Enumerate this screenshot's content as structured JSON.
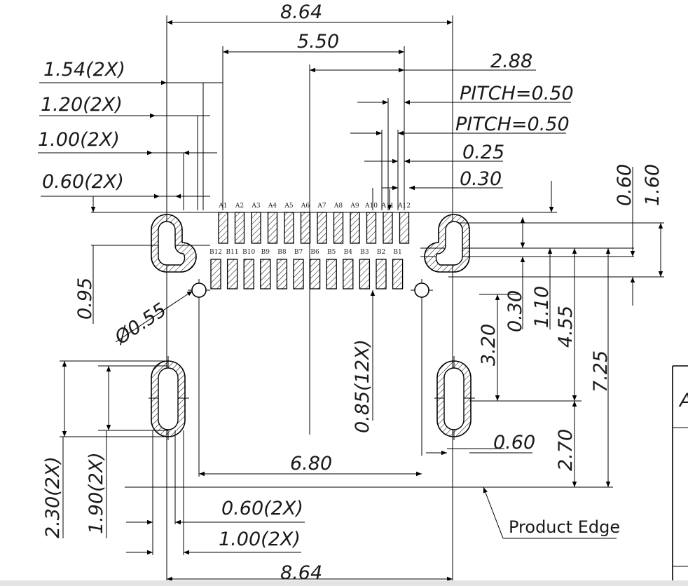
{
  "dimensions": {
    "overall_width_top": "8.64",
    "overall_width_bottom": "8.64",
    "pin_span": "5.50",
    "half_span": "2.88",
    "pitch_a": "PITCH=0.50",
    "pitch_b": "PITCH=0.50",
    "pad_width_a": "0.25",
    "pad_width_b": "0.30",
    "slot_outer_width": "1.54(2X)",
    "slot_inner_width": "1.20(2X)",
    "slot_hole_width": "1.00(2X)",
    "slot_hole_narrow": "0.60(2X)",
    "row_gap": "0.95",
    "hole_diameter": "Ø0.55",
    "pad_length": "0.85(12X)",
    "hole_spacing": "6.80",
    "right_060_top": "0.60",
    "right_160": "1.60",
    "right_030": "0.30",
    "right_110": "1.10",
    "right_455": "4.55",
    "right_725": "7.25",
    "right_320": "3.20",
    "right_270": "2.70",
    "right_060_bottom": "0.60",
    "left_230": "2.30(2X)",
    "left_190": "1.90(2X)",
    "bottom_060": "0.60(2X)",
    "bottom_100": "1.00(2X)"
  },
  "pins_row_a": [
    "A1",
    "A2",
    "A3",
    "A4",
    "A5",
    "A6",
    "A7",
    "A8",
    "A9",
    "A10",
    "A11",
    "A12"
  ],
  "pins_row_b": [
    "B12",
    "B11",
    "B10",
    "B9",
    "B8",
    "B7",
    "B6",
    "B5",
    "B4",
    "B3",
    "B2",
    "B1"
  ],
  "product_edge_label": "Product  Edge",
  "table_fragment_text": "A"
}
